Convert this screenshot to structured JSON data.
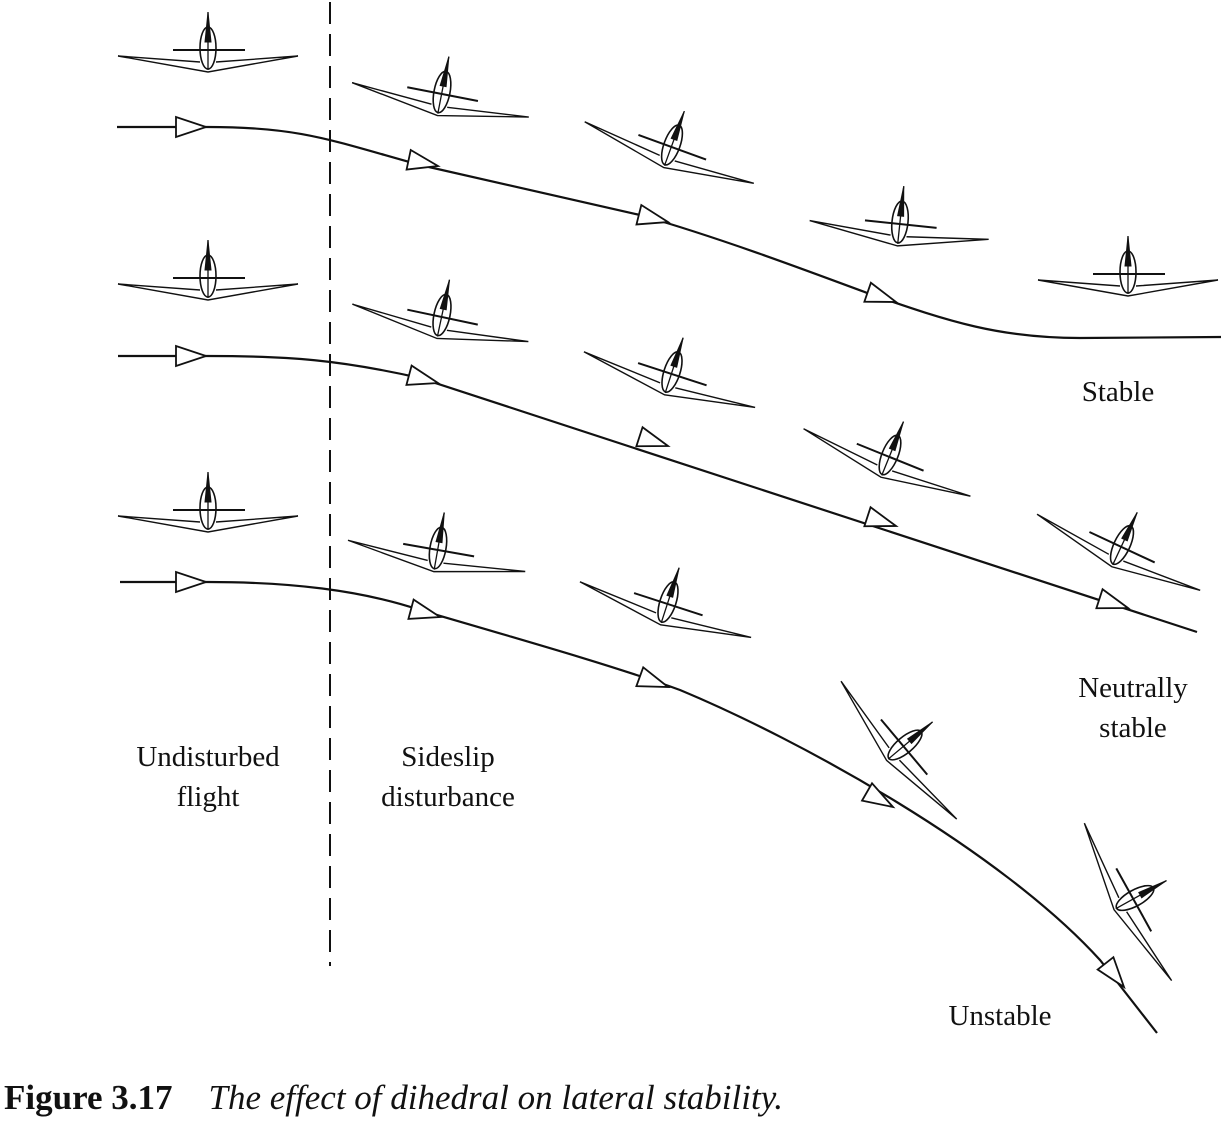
{
  "labels": {
    "undisturbed": [
      "Undisturbed",
      "flight"
    ],
    "sideslip": [
      "Sideslip",
      "disturbance"
    ],
    "stable": "Stable",
    "neutral": [
      "Neutrally",
      "stable"
    ],
    "unstable": "Unstable"
  },
  "caption": {
    "number": "Figure 3.17",
    "text": "The effect of dihedral on lateral stability."
  }
}
